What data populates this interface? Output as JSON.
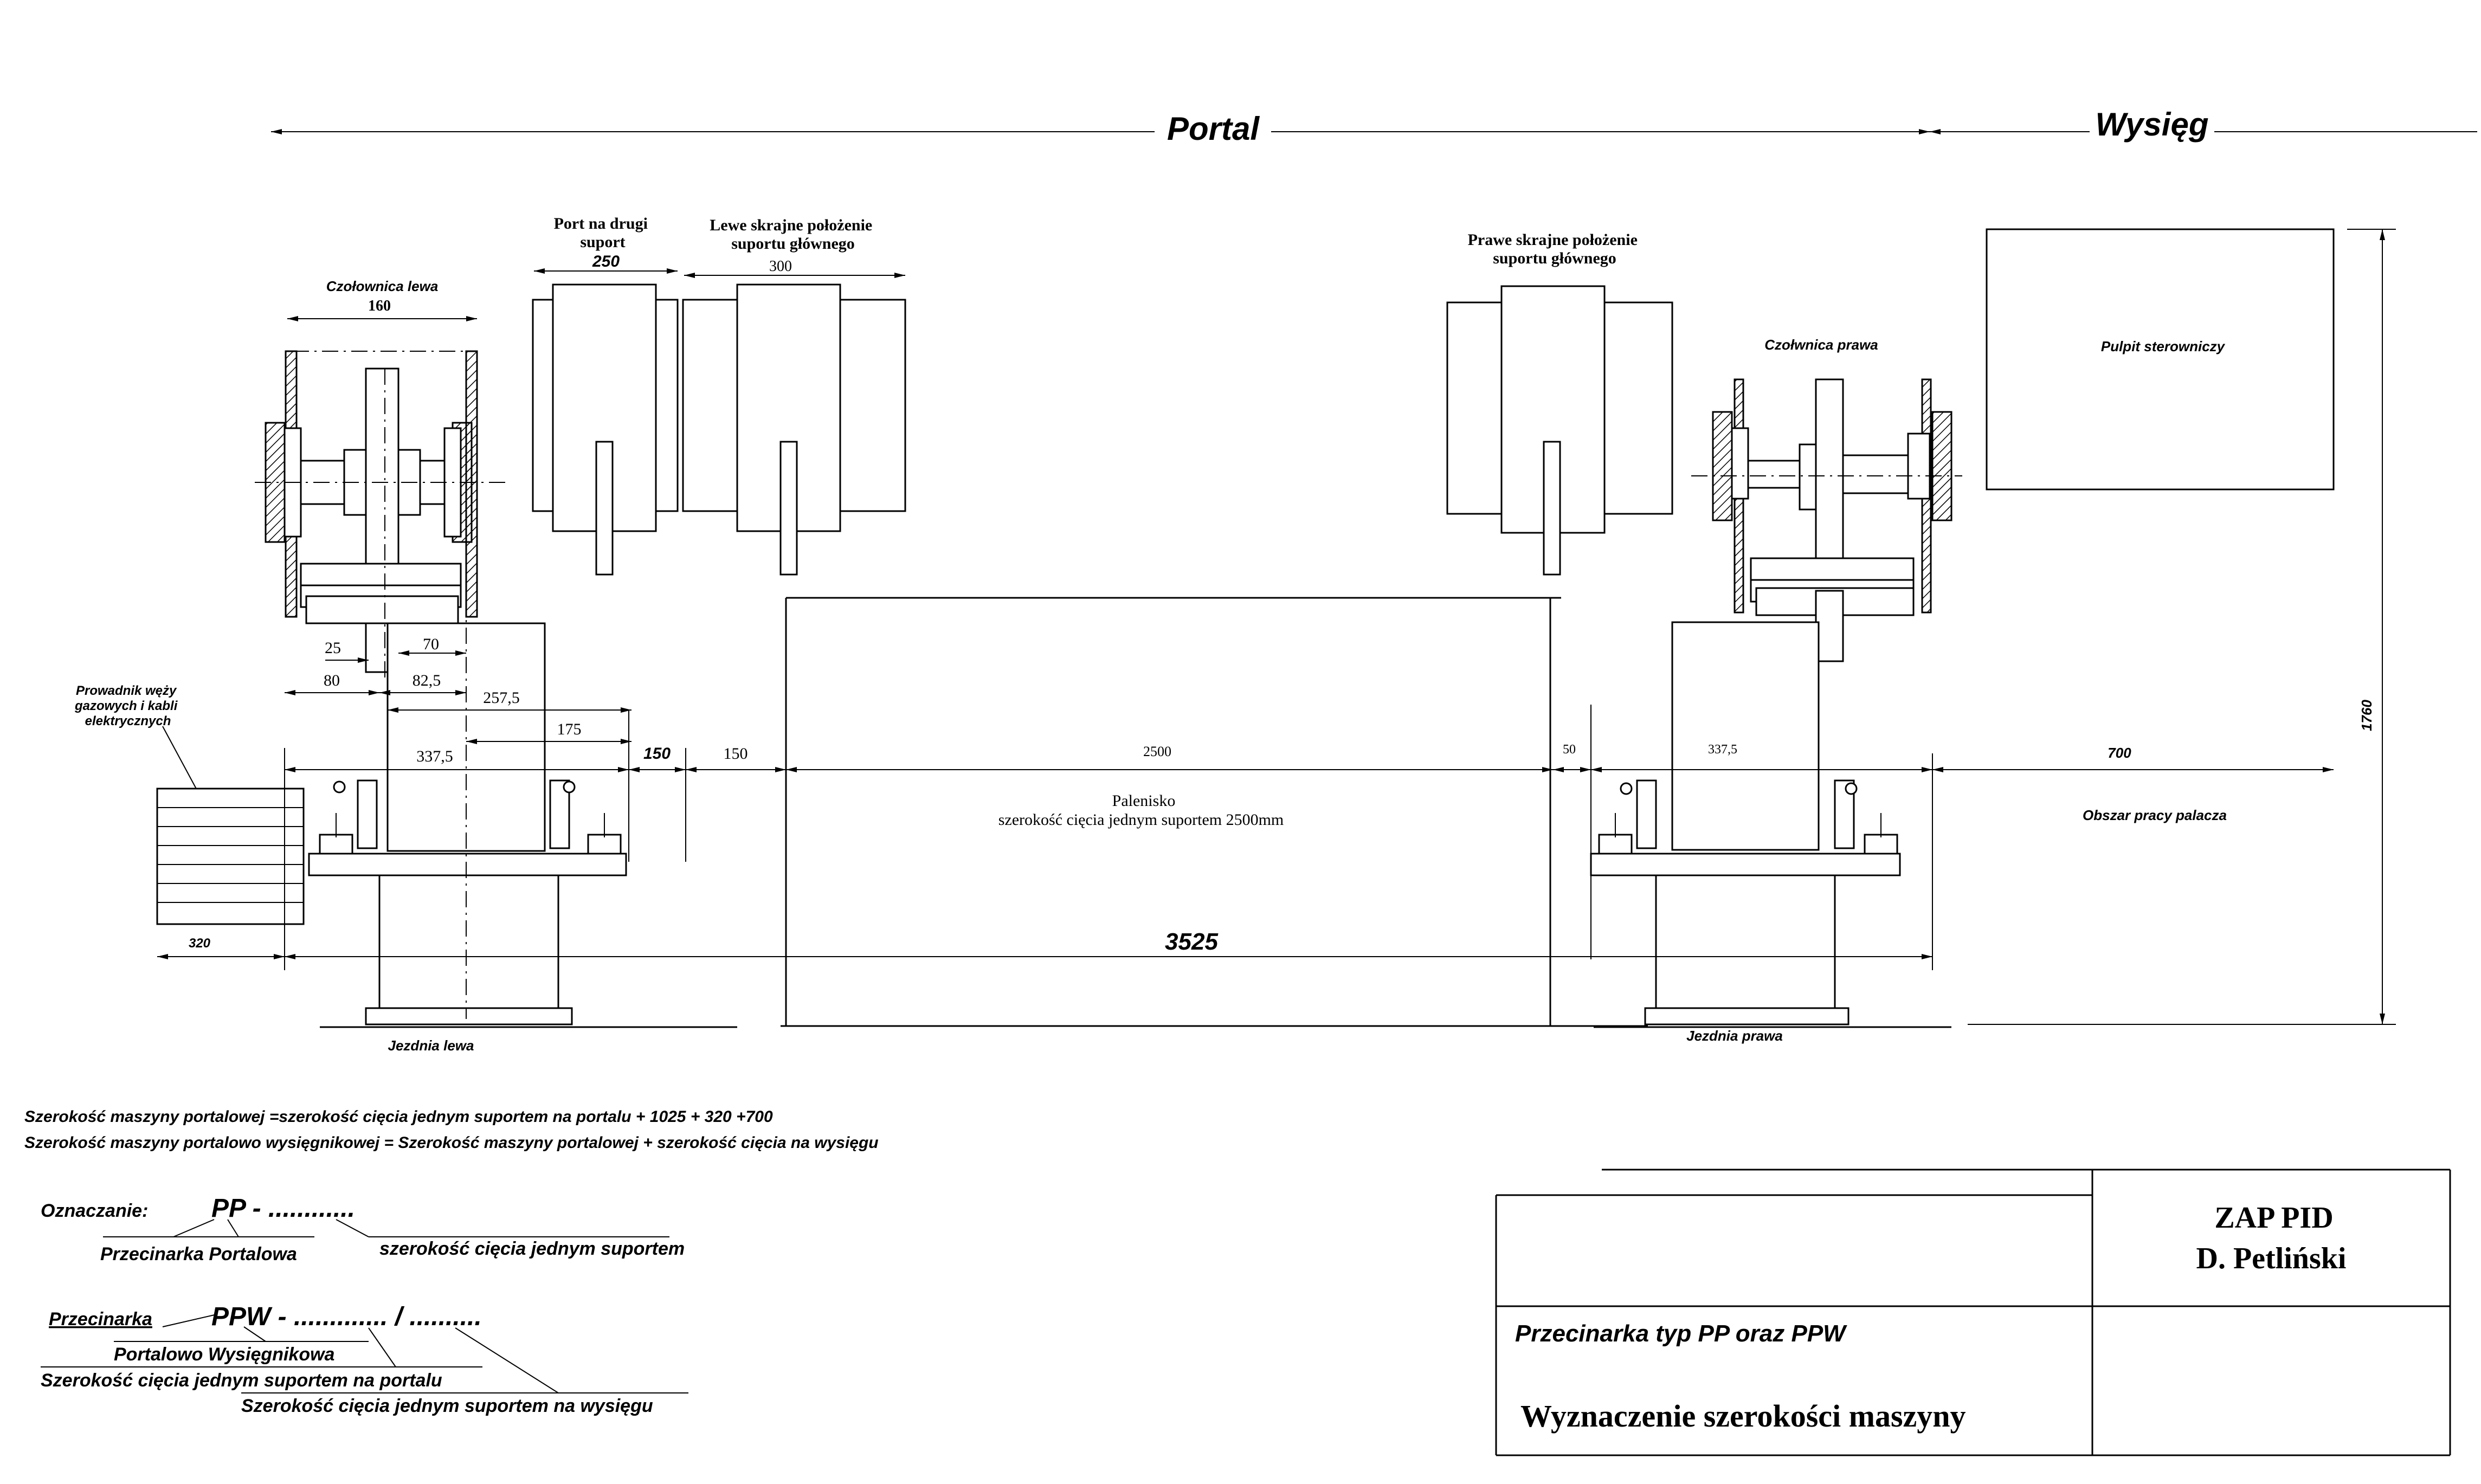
{
  "header": {
    "portal": "Portal",
    "wysieg": "Wysięg"
  },
  "left_parts": {
    "czolownica_lewa": "Czołownica lewa",
    "port_drugi": "Port na drugi suport",
    "lewe_skrajne": "Lewe skrajne położenie suportu głównego",
    "prowadnik": "Prowadnik węży gazowych i kabli elektrycznych",
    "jezdnia_lewa": "Jezdnia lewa"
  },
  "right_parts": {
    "prawe_skrajne": "Prawe skrajne położenie suportu głównego",
    "czolownica_prawa": "Czołwnica prawa",
    "pulpit": "Pulpit sterowniczy",
    "obszar": "Obszar pracy palacza",
    "jezdnia_prawa": "Jezdnia prawa"
  },
  "center": {
    "palenisko": "Palenisko",
    "palenisko_desc": "szerokość cięcia jednym suportem 2500mm"
  },
  "dimensions": {
    "d160": "160",
    "d250": "250",
    "d300": "300",
    "d25": "25",
    "d70": "70",
    "d80": "80",
    "d82_5": "82,5",
    "d257_5": "257,5",
    "d175": "175",
    "d337_5_left": "337,5",
    "d150_a": "150",
    "d150_b": "150",
    "d2500": "2500",
    "d50": "50",
    "d337_5_right": "337,5",
    "d700": "700",
    "d1760": "1760",
    "d320": "320",
    "d3525": "3525"
  },
  "formulas": {
    "line1": "Szerokość maszyny portalowej =szerokość cięcia jednym suportem na portalu  + 1025 + 320 +700",
    "line2_a": "Szerokość maszyny portalowo wysięgnikowej = ",
    "line2_b": "Szerokość maszyny portalowej + szerokość cięcia na  wysięgu"
  },
  "designation": {
    "label": "Oznaczanie:",
    "pp_code": "PP - ............",
    "pp_name": "Przecinarka Portalowa",
    "pp_width": "szerokość cięcia jednym suportem",
    "ppw_prefix": "Przecinarka",
    "ppw_code": "PPW - ............. / ..........",
    "ppw_name": "Portalowo Wysięgnikowa",
    "ppw_portal": "Szerokość cięcia jednym suportem na portalu",
    "ppw_wysieg": "Szerokość cięcia jednym suportem na wysięgu"
  },
  "title_block": {
    "company": "ZAP PID",
    "author": "D.  Petliński",
    "type": "Przecinarka  typ PP oraz PPW",
    "title": "Wyznaczenie szerokości maszyny"
  }
}
